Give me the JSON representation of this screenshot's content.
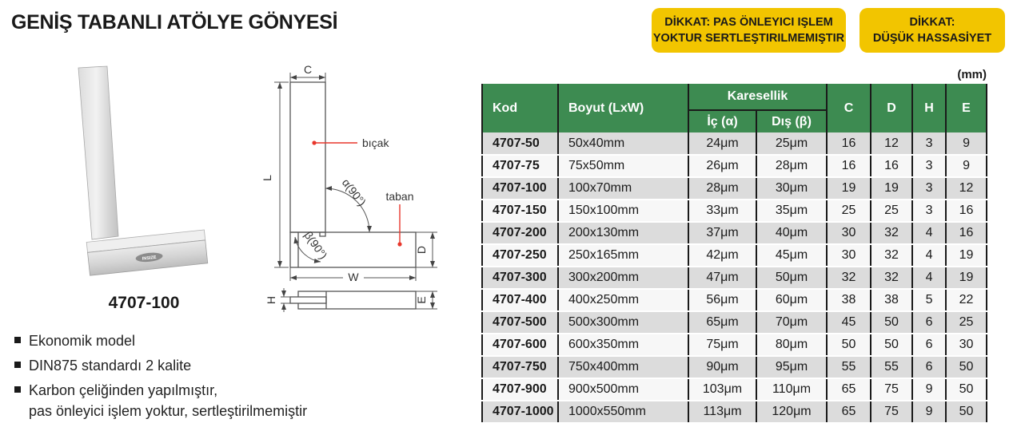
{
  "page": {
    "title": "GENİŞ TABANLI ATÖLYE GÖNYESİ",
    "unit_label": "(mm)"
  },
  "warnings": [
    {
      "line1": "DİKKAT: PAS ÖNLEYICI IŞLEM",
      "line2": "YOKTUR SERTLEŞTIRILMEMIŞTIR"
    },
    {
      "line1": "DİKKAT:",
      "line2": "DÜŞÜK HASSASİYET"
    }
  ],
  "product": {
    "image_label": "4707-100",
    "logo_text": "INSIZE"
  },
  "diagram": {
    "labels": {
      "c": "C",
      "l": "L",
      "w": "W",
      "d": "D",
      "h": "H",
      "e": "E",
      "blade": "bıçak",
      "base": "taban",
      "alpha": "α(90°)",
      "beta": "β(90°)"
    }
  },
  "features": [
    [
      "Ekonomik model"
    ],
    [
      "DIN875 standardı 2 kalite"
    ],
    [
      "Karbon çeliğinden yapılmıştır,",
      "pas önleyici işlem yoktur, sertleştirilmemiştir"
    ]
  ],
  "table": {
    "headers": {
      "kod": "Kod",
      "boyut": "Boyut (LxW)",
      "karesellik": "Karesellik",
      "ic": "İç (α)",
      "dis": "Dış (β)",
      "c": "C",
      "d": "D",
      "h": "H",
      "e": "E"
    },
    "rows": [
      {
        "kod": "4707-50",
        "boyut": "50x40mm",
        "ic": "24μm",
        "dis": "25μm",
        "c": "16",
        "d": "12",
        "h": "3",
        "e": "9"
      },
      {
        "kod": "4707-75",
        "boyut": "75x50mm",
        "ic": "26μm",
        "dis": "28μm",
        "c": "16",
        "d": "16",
        "h": "3",
        "e": "9"
      },
      {
        "kod": "4707-100",
        "boyut": "100x70mm",
        "ic": "28μm",
        "dis": "30μm",
        "c": "19",
        "d": "19",
        "h": "3",
        "e": "12"
      },
      {
        "kod": "4707-150",
        "boyut": "150x100mm",
        "ic": "33μm",
        "dis": "35μm",
        "c": "25",
        "d": "25",
        "h": "3",
        "e": "16"
      },
      {
        "kod": "4707-200",
        "boyut": "200x130mm",
        "ic": "37μm",
        "dis": "40μm",
        "c": "30",
        "d": "32",
        "h": "4",
        "e": "16"
      },
      {
        "kod": "4707-250",
        "boyut": "250x165mm",
        "ic": "42μm",
        "dis": "45μm",
        "c": "30",
        "d": "32",
        "h": "4",
        "e": "19"
      },
      {
        "kod": "4707-300",
        "boyut": "300x200mm",
        "ic": "47μm",
        "dis": "50μm",
        "c": "32",
        "d": "32",
        "h": "4",
        "e": "19"
      },
      {
        "kod": "4707-400",
        "boyut": "400x250mm",
        "ic": "56μm",
        "dis": "60μm",
        "c": "38",
        "d": "38",
        "h": "5",
        "e": "22"
      },
      {
        "kod": "4707-500",
        "boyut": "500x300mm",
        "ic": "65μm",
        "dis": "70μm",
        "c": "45",
        "d": "50",
        "h": "6",
        "e": "25"
      },
      {
        "kod": "4707-600",
        "boyut": "600x350mm",
        "ic": "75μm",
        "dis": "80μm",
        "c": "50",
        "d": "50",
        "h": "6",
        "e": "30"
      },
      {
        "kod": "4707-750",
        "boyut": "750x400mm",
        "ic": "90μm",
        "dis": "95μm",
        "c": "55",
        "d": "55",
        "h": "6",
        "e": "50"
      },
      {
        "kod": "4707-900",
        "boyut": "900x500mm",
        "ic": "103μm",
        "dis": "110μm",
        "c": "65",
        "d": "75",
        "h": "9",
        "e": "50"
      },
      {
        "kod": "4707-1000",
        "boyut": "1000x550mm",
        "ic": "113μm",
        "dis": "120μm",
        "c": "65",
        "d": "75",
        "h": "9",
        "e": "50"
      }
    ]
  },
  "colors": {
    "header_green": "#3d8b51",
    "warning_yellow": "#f2c500",
    "accent_red": "#e8372c",
    "row_gray": "#dcdcdc",
    "row_light": "#f7f7f7"
  }
}
